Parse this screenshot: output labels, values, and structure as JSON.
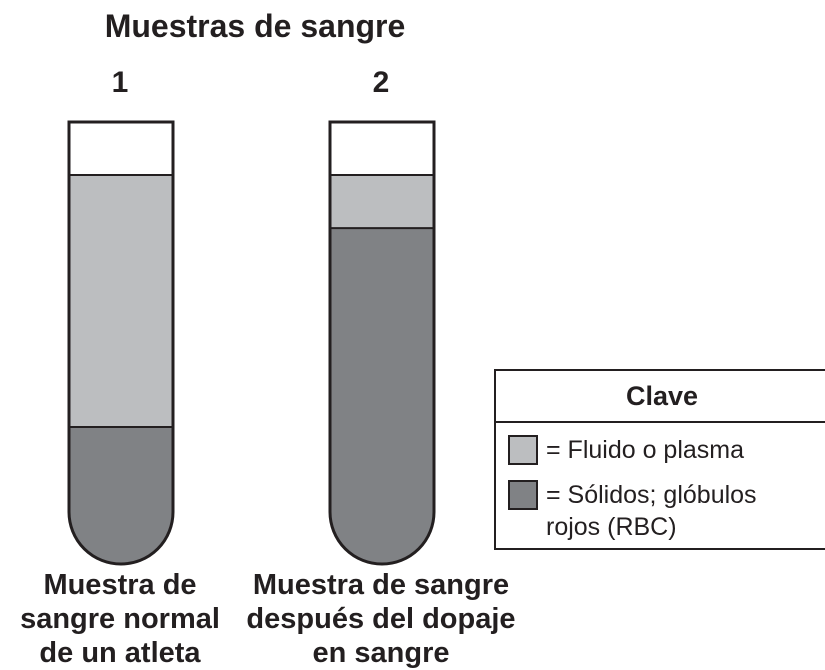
{
  "title": "Muestras de sangre",
  "colors": {
    "plasma": "#bcbec0",
    "solids": "#808285",
    "outline": "#231f20",
    "empty": "#ffffff"
  },
  "tubes": [
    {
      "number": "1",
      "caption": [
        "Muestra de",
        "sangre normal",
        "de un atleta"
      ],
      "plasma_fraction": 0.57,
      "solids_fraction": 0.31
    },
    {
      "number": "2",
      "caption": [
        "Muestra de sangre",
        "después del dopaje",
        "en sangre"
      ],
      "plasma_fraction": 0.12,
      "solids_fraction": 0.76
    }
  ],
  "key": {
    "title": "Clave",
    "items": [
      {
        "label": "= Fluido o plasma",
        "color": "#bcbec0"
      },
      {
        "label": "= Sólidos; glóbulos\nrojos (RBC)",
        "color": "#808285"
      }
    ]
  }
}
